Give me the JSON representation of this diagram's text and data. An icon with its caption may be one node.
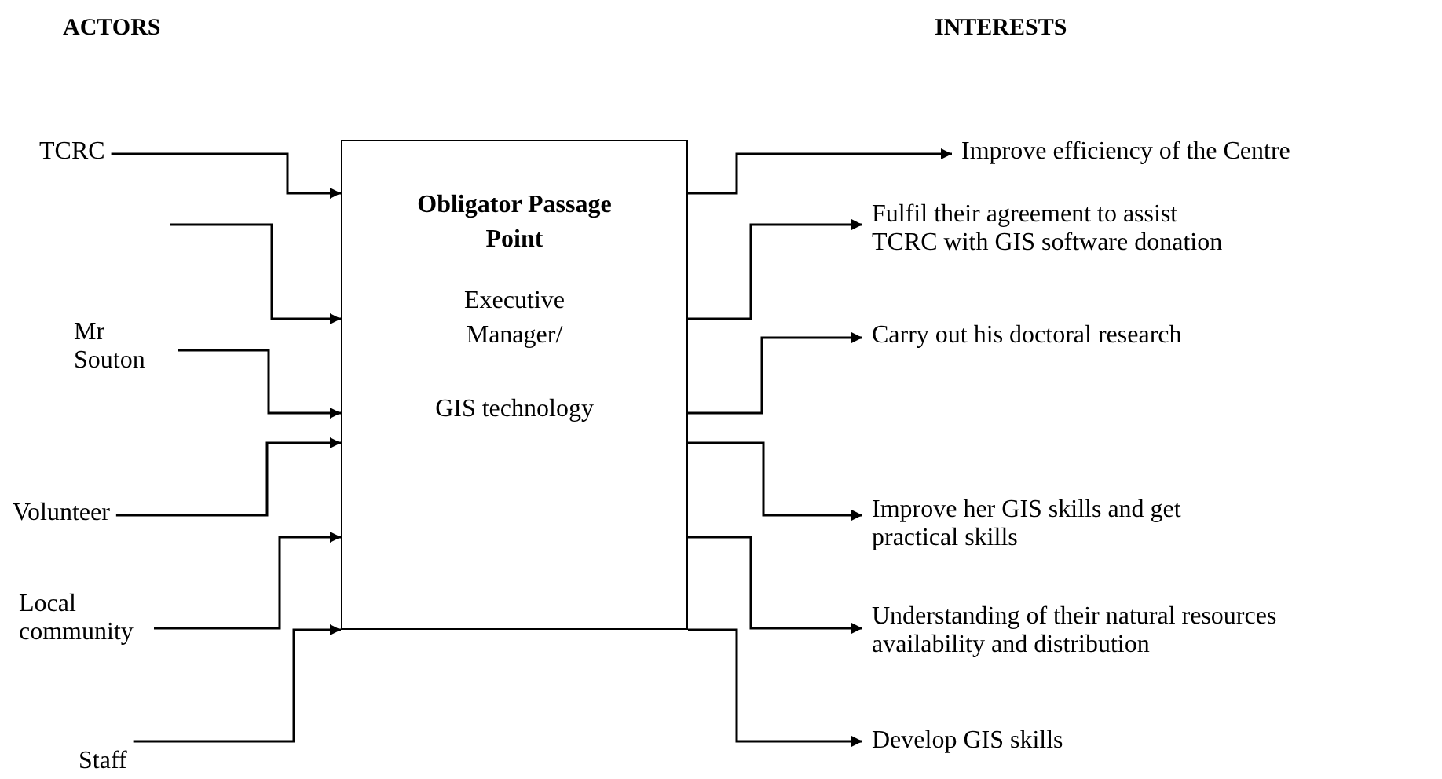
{
  "diagram": {
    "nodes": [
      {
        "text": [
          "Obligator Passage Point",
          "Executive Manager/",
          "GIS technology"
        ]
      },
      {
        "text": [
          "TCRC"
        ]
      },
      {
        "text": [
          "Mr Souton"
        ]
      },
      {
        "text": [
          "Volunteer"
        ]
      },
      {
        "text": [
          "Local community"
        ]
      },
      {
        "text": [
          "Staff"
        ]
      },
      {
        "text": [
          "Improve efficiency of the Centre"
        ]
      },
      {
        "text": [
          "Fulfil their agreement to assist TCRC with GIS software donation"
        ]
      },
      {
        "text": [
          "Carry out his doctoral research"
        ]
      },
      {
        "text": [
          "Improve her GIS skills and get practical skills"
        ]
      },
      {
        "text": [
          "Understanding of their natural resources availability and distribution"
        ]
      },
      {
        "text": [
          "Develop GIS skills"
        ]
      }
    ],
    "edges": [
      {
        "from": 1,
        "to": 0,
        "arrow": "to"
      },
      {
        "from": null,
        "to": 0,
        "arrow": "to"
      },
      {
        "from": 2,
        "to": 0,
        "arrow": "to"
      },
      {
        "from": 3,
        "to": 0,
        "arrow": "to"
      },
      {
        "from": 4,
        "to": 0,
        "arrow": "to"
      },
      {
        "from": 5,
        "to": 0,
        "arrow": "to"
      },
      {
        "from": 0,
        "to": 6,
        "arrow": "to"
      },
      {
        "from": 0,
        "to": 7,
        "arrow": "to"
      },
      {
        "from": 0,
        "to": 8,
        "arrow": "to"
      },
      {
        "from": 0,
        "to": 9,
        "arrow": "to"
      },
      {
        "from": 0,
        "to": 10,
        "arrow": "to"
      },
      {
        "from": 0,
        "to": 11,
        "arrow": "to"
      }
    ],
    "labels": [
      "ACTORS",
      "INTERESTS"
    ]
  }
}
